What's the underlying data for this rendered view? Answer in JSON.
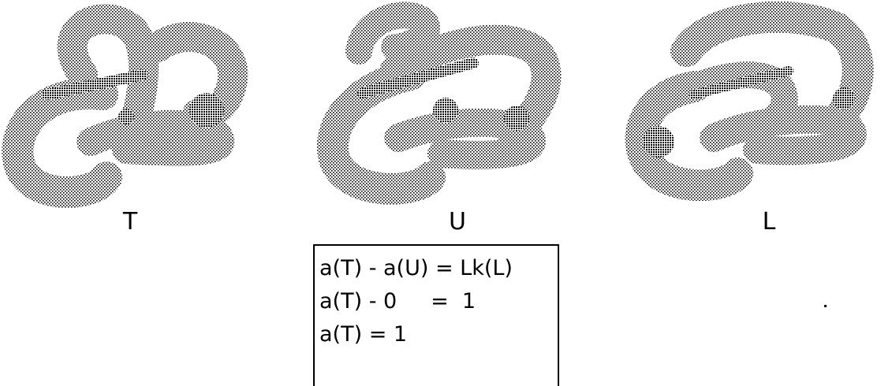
{
  "labels": {
    "t": "T",
    "u": "U",
    "l": "L"
  },
  "equations": [
    "a(T) - a(U) = Lk(L)",
    "a(T) - 0     =  1",
    "a(T) = 1"
  ],
  "colors": {
    "ink": "#000000",
    "background": "#ffffff"
  }
}
